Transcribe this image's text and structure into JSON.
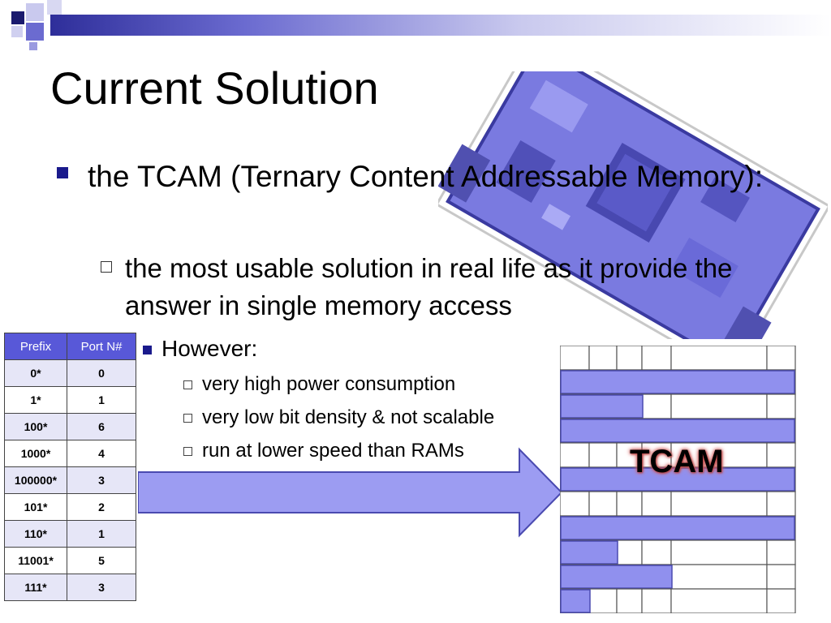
{
  "slide": {
    "title": "Current Solution",
    "bullet1": "the TCAM (Ternary Content Addressable Memory):",
    "bullet1_sub": "the most usable solution in real life as it provide the answer in single memory access",
    "bullet2": "However:",
    "bullet2_subs": [
      "very high power consumption",
      "very low bit density & not scalable",
      "run at lower speed than RAMs"
    ]
  },
  "prefix_table": {
    "headers": [
      "Prefix",
      "Port N#"
    ],
    "rows": [
      [
        "0*",
        "0"
      ],
      [
        "1*",
        "1"
      ],
      [
        "100*",
        "6"
      ],
      [
        "1000*",
        "4"
      ],
      [
        "100000*",
        "3"
      ],
      [
        "101*",
        "2"
      ],
      [
        "110*",
        "1"
      ],
      [
        "11001*",
        "5"
      ],
      [
        "111*",
        "3"
      ]
    ]
  },
  "tcam": {
    "label": "TCAM",
    "fill_color": "#9090ee",
    "row_fill_cells": [
      0,
      7,
      3,
      7,
      0,
      7,
      0,
      7,
      2,
      4,
      1
    ]
  },
  "colors": {
    "accent": "#1a1a8c",
    "header_fill": "#5858d8",
    "arrow_fill": "#9c9cf2",
    "alt_row": "#e6e6f7"
  },
  "icons": {
    "board_image": "network-line-card-image",
    "arrow": "right-arrow-shape"
  }
}
